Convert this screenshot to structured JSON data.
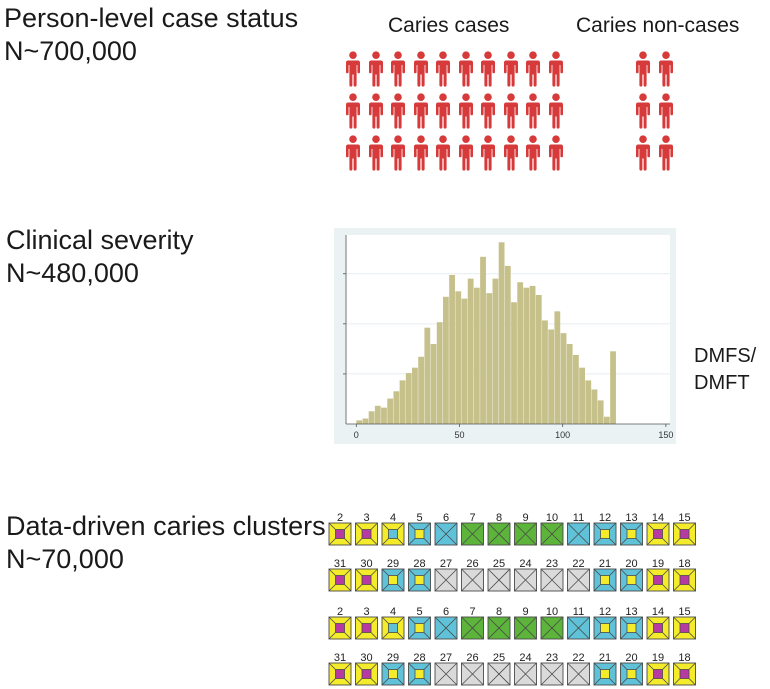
{
  "sections": [
    {
      "title": "Person-level case status",
      "n": "N~700,000"
    },
    {
      "title": "Clinical severity",
      "n": "N~480,000"
    },
    {
      "title": "Data-driven caries clusters",
      "n": "N~70,000"
    }
  ],
  "case_status": {
    "cases_label": "Caries cases",
    "noncases_label": "Caries non-cases",
    "cases_icon_rows": 3,
    "cases_icon_cols": 10,
    "noncases_icon_rows": 3,
    "noncases_icon_cols": 2,
    "icon": "person-icon",
    "icon_color": "#d63a3a"
  },
  "severity_label_lines": [
    "DMFS/",
    "DMFT"
  ],
  "chart_data": {
    "type": "bar",
    "xlim": [
      -5,
      152
    ],
    "x_ticks": [
      0,
      50,
      100,
      150
    ],
    "y_ticks_shown": false,
    "grid": true,
    "bar_color": "#c6c08a",
    "bin_width": 3,
    "bins_start": [
      0,
      3,
      6,
      9,
      12,
      15,
      18,
      21,
      24,
      27,
      30,
      33,
      36,
      39,
      42,
      45,
      48,
      51,
      54,
      57,
      60,
      63,
      66,
      69,
      72,
      75,
      78,
      81,
      84,
      87,
      90,
      93,
      96,
      99,
      102,
      105,
      108,
      111,
      114,
      117,
      120,
      123
    ],
    "values": [
      0.02,
      0.03,
      0.07,
      0.1,
      0.09,
      0.14,
      0.18,
      0.24,
      0.28,
      0.31,
      0.37,
      0.53,
      0.44,
      0.56,
      0.7,
      0.82,
      0.73,
      0.69,
      0.8,
      0.75,
      0.92,
      0.72,
      0.8,
      1.0,
      0.87,
      0.67,
      0.78,
      0.75,
      0.76,
      0.71,
      0.57,
      0.52,
      0.62,
      0.5,
      0.44,
      0.38,
      0.31,
      0.24,
      0.19,
      0.13,
      0.04,
      0.4
    ]
  },
  "teeth": {
    "groups": [
      {
        "upper_labels": [
          "2",
          "3",
          "4",
          "5",
          "6",
          "7",
          "8",
          "9",
          "10",
          "11",
          "12",
          "13",
          "14",
          "15"
        ],
        "upper": [
          "YM",
          "YM",
          "YC",
          "CY",
          "C",
          "G",
          "G",
          "G",
          "G",
          "C",
          "CY",
          "CY",
          "YM",
          "YM"
        ],
        "lower_labels": [
          "31",
          "30",
          "29",
          "28",
          "27",
          "26",
          "25",
          "24",
          "23",
          "22",
          "21",
          "20",
          "19",
          "18"
        ],
        "lower": [
          "YM",
          "YM",
          "CY",
          "CY",
          "W",
          "W",
          "W",
          "W",
          "W",
          "W",
          "CY",
          "CY",
          "YM",
          "YM"
        ]
      },
      {
        "upper_labels": [
          "2",
          "3",
          "4",
          "5",
          "6",
          "7",
          "8",
          "9",
          "10",
          "11",
          "12",
          "13",
          "14",
          "15"
        ],
        "upper": [
          "YM",
          "YM",
          "YC",
          "CY",
          "C",
          "G",
          "G",
          "G",
          "G",
          "C",
          "CY",
          "CY",
          "YM",
          "YM"
        ],
        "lower_labels": [
          "31",
          "30",
          "29",
          "28",
          "27",
          "26",
          "25",
          "24",
          "23",
          "22",
          "21",
          "20",
          "19",
          "18"
        ],
        "lower": [
          "YM",
          "YM",
          "CY",
          "CY",
          "W",
          "W",
          "W",
          "W",
          "W",
          "W",
          "CY",
          "CY",
          "YM",
          "YM"
        ]
      }
    ],
    "colors": {
      "yellow": "#f4eb2a",
      "magenta": "#b63aa1",
      "cyan": "#5fc2d8",
      "green": "#5cb43a",
      "grey": "#dadada"
    }
  }
}
